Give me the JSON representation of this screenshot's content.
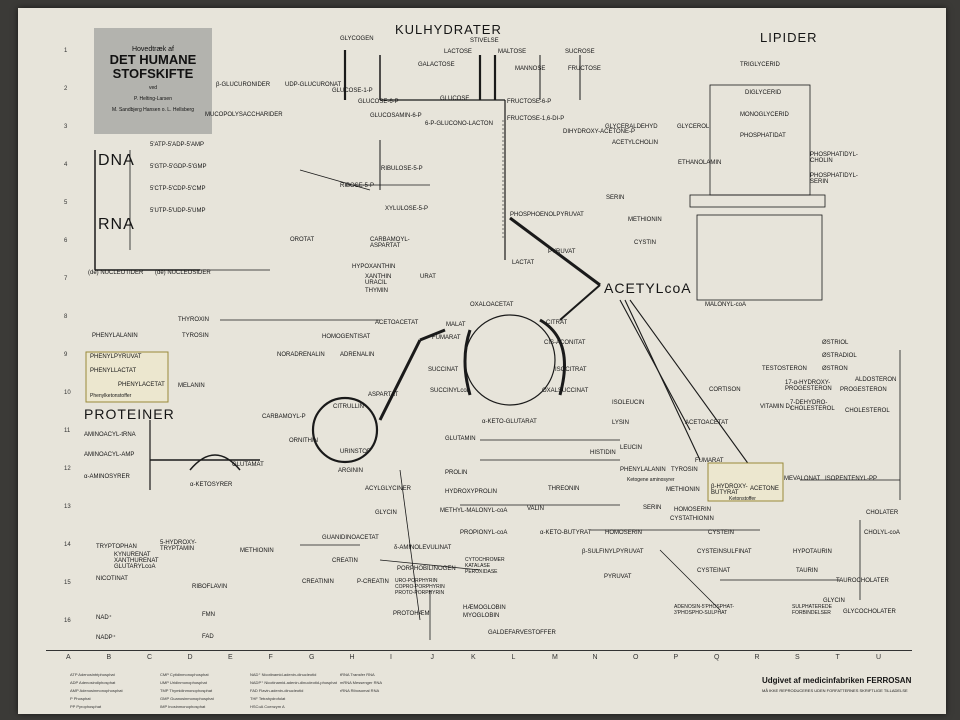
{
  "title": {
    "pre": "Hovedtræk af",
    "line1": "DET HUMANE",
    "line2": "STOFSKIFTE",
    "ved": "ved",
    "authors1": "P. Helting-Larsen",
    "authors2": "M. Sandbjerg Hansen o. L. Hellsberg"
  },
  "sections": {
    "kulhydrater": "KULHYDRATER",
    "lipider": "LIPIDER",
    "proteiner": "PROTEINER",
    "dna": "DNA",
    "rna": "RNA",
    "acetyl": "ACETYLcoA"
  },
  "publisher": {
    "line1": "Udgivet af medicinfabriken FERROSAN",
    "line2": "MÅ IKKE REPRODUCERES UDEN FORFATTERNES SKRIFTLIGE TILLADELSE"
  },
  "rows": [
    "1",
    "2",
    "3",
    "4",
    "5",
    "6",
    "7",
    "8",
    "9",
    "10",
    "11",
    "12",
    "13",
    "14",
    "15",
    "16"
  ],
  "columns": [
    "A",
    "B",
    "C",
    "D",
    "E",
    "F",
    "G",
    "H",
    "I",
    "J",
    "K",
    "L",
    "M",
    "N",
    "O",
    "P",
    "Q",
    "R",
    "S",
    "T",
    "U"
  ],
  "metabolites": {
    "glycogen": "GLYCOGEN",
    "stivelse": "STIVELSE",
    "maltose": "MALTOSE",
    "lactose": "LACTOSE",
    "sucrose": "SUCROSE",
    "galactose": "GALACTOSE",
    "mannose": "MANNOSE",
    "fructose": "FRUCTOSE",
    "glucose1p": "GLUCOSE-1-P",
    "glucose": "GLUCOSE",
    "glucose6p": "GLUCOSE-6-P",
    "fructose6p": "FRUCTOSE-6-P",
    "fructose16dip": "FRUCTOSE-1,6-DI-P",
    "glucuronidase": "β-GLUCURONIDER",
    "udpglucuronat": "UDP-GLUCURONAT",
    "mucopoly": "MUCOPOLYSACCHARIDER",
    "glucosamin": "GLUCOSAMIN-6-P",
    "glucolacton": "6-P-GLUCONO-LACTON",
    "glyceraldehyd": "GLYCERALDEHYD",
    "glycerol": "GLYCEROL",
    "dihydroxy": "DIHYDROXY-ACETONE-P",
    "ribulose": "RIBULOSE-5-P",
    "ribose": "RIBOSE-5-P",
    "xylulose": "XYLULOSE-5-P",
    "pep": "PHOSPHOENOLPYRUVAT",
    "pyruvat": "PYRUVAT",
    "lactat": "LACTAT",
    "oxaloacetat": "OXALOACETAT",
    "citrat": "CITRAT",
    "malat": "MALAT",
    "fumarat": "FUMARAT",
    "succinat": "SUCCINAT",
    "succinylcoa": "SUCCINYLcoA",
    "isocitrat": "ISOCITRAT",
    "cisaconitat": "CIS-ACONITAT",
    "oxalsuccinat": "OXALSUCCINAT",
    "ketoglutarat": "α-KETO-GLUTARAT",
    "aspartat": "ASPARTAT",
    "citrullin": "CITRULLIN",
    "ornithin": "ORNITHIN",
    "arginin": "ARGININ",
    "urinstof": "URINSTOF",
    "carbamoylp": "CARBAMOYL-P",
    "phenylalanin": "PHENYLALANIN",
    "tyrosin": "TYROSIN",
    "thyroxin": "THYROXIN",
    "melanin": "MELANIN",
    "adrenalin": "ADRENALIN",
    "noradrenalin": "NORADRENALIN",
    "homogentisat": "HOMOGENTISAT",
    "acetoacetat": "ACETOACETAT",
    "glutamat": "GLUTAMAT",
    "glutamin": "GLUTAMIN",
    "histidin": "HISTIDIN",
    "prolin": "PROLIN",
    "hydroxyprolin": "HYDROXYPROLIN",
    "threonin": "THREONIN",
    "glycin": "GLYCIN",
    "serin": "SERIN",
    "cystein": "CYSTEIN",
    "cystin": "CYSTIN",
    "methionin": "METHIONIN",
    "taurin": "TAURIN",
    "hypotaurin": "HYPOTAURIN",
    "taurocholater": "TAUROCHOLATER",
    "glycocholater": "GLYCOCHOLATER",
    "cholesterol": "CHOLESTEROL",
    "mevalonat": "MEVALONAT",
    "isopentenyl": "ISOPENTENYL-PP",
    "progesteron": "PROGESTERON",
    "testosteron": "TESTOSTERON",
    "oestron": "ØSTRON",
    "oestradiol": "ØSTRADIOL",
    "oestriol": "ØSTRIOL",
    "cortison": "CORTISON",
    "aldosteron": "ALDOSTERON",
    "triglycerid": "TRIGLYCERID",
    "diglycerid": "DIGLYCERID",
    "monoglycerid": "MONOGLYCERID",
    "phosphatidat": "PHOSPHATIDAT",
    "phosphatidylcholin": "PHOSPHATIDYL-CHOLIN",
    "phosphatidylserin": "PHOSPHATIDYL-SERIN",
    "acetylcholin": "ACETYLCHOLIN",
    "ethanolamin": "ETHANOLAMIN",
    "malonylcoa": "MALONYL-coA",
    "leucin": "LEUCIN",
    "isoleucin": "ISOLEUCIN",
    "lysin": "LYSIN",
    "valin": "VALIN",
    "ketonstoffer": "Ketonstoffer",
    "acetone": "ACETONE",
    "hydroxybutyrat": "β-HYDROXY-BUTYRAT",
    "tryptophan": "TRYPTOPHAN",
    "kynurenat": "KYNURENAT",
    "xanthurenat": "XANTHURENAT",
    "glutarylcoa": "GLUTARYLcoA",
    "nicotinat": "NICOTINAT",
    "nad": "NAD⁺",
    "nadp": "NADP⁺",
    "riboflavin": "RIBOFLAVIN",
    "fmn": "FMN",
    "fad": "FAD",
    "creatin": "CREATIN",
    "creatinin": "CREATININ",
    "pcreatin": "P-CREATIN",
    "guanidinoacetat": "GUANIDINOACETAT",
    "aminolevulinat": "δ-AMINOLEVULINAT",
    "porphobilinogen": "PORPHOBILINOGEN",
    "porphyriner": "URO-PORPHYRIN COPRO-PORPHYRIN PROTO-PORPHYRIN",
    "protohaem": "PROTOHÆM",
    "haemoglobin": "HÆMOGLOBIN",
    "myoglobin": "MYOGLOBIN",
    "galdefarve": "GALDEFARVESTOFFER",
    "cytochromer": "CYTOCHROMER KATALASE PEROXIDASE",
    "propionylcoa": "PROPIONYL-coA",
    "methylmalonyl": "METHYL-MALONYL-coA",
    "ketobutyrat": "α-KETO-BUTYRAT",
    "homoserin": "HOMOSERIN",
    "cystathionin": "CYSTATHIONIN",
    "cysteinsulfinat": "CYSTEINSULFINAT",
    "cysteinat": "CYSTEINAT",
    "sulfinylpyruvat": "β-SULFINYLPYRUVAT",
    "adenosin": "ADENOSIN-5'PHOSPHAT-3'PHOSPHO-SULPHAT",
    "sulphaterede": "SULPHATEREDE FORBINDELSER",
    "phenylpyruvat": "PHENYLPYRUVAT",
    "phenyllactat": "PHENYLLACTAT",
    "phenylacetat": "PHENYLACETAT",
    "phenylketon": "Phenylketonstoffer",
    "aminosyrer": "α-AMINOSYRER",
    "ketosyrer": "α-KETOSYRER",
    "aminoacyltrna": "AMINOACYL-tRNA",
    "aminoacylamp": "AMINOACYL-AMP",
    "nucleotider": "(de) NUCLEOTIDER",
    "nucleosider": "(de) NUCLEOSIDER",
    "hypoxanthin": "HYPOXANTHIN",
    "xanthin": "XANTHIN",
    "urat": "URAT",
    "uracil": "URACIL",
    "thymin": "THYMIN",
    "orotat": "OROTAT",
    "carbamoylaspartat": "CARBAMOYL-ASPARTAT",
    "lactatlbl": "LACTAT",
    "acylglyciner": "ACYLGLYCINER",
    "serotonin": "5-HYDROXY-TRYPTAMIN",
    "ketogene": "Ketogene aminosyrer",
    "cholylcoa": "CHOLYL-coA",
    "cholater": "CHOLATER",
    "udprib": "5'UTP-5'UDP-5'UMP",
    "atps": "5'ATP-5'ADP-5'AMP",
    "gtps": "5'GTP-5'GDP-5'GMP",
    "ctps": "5'CTP-5'CDP-5'CMP",
    "vitd": "VITAMIN D₃",
    "dehydrocholesterol": "7-DEHYDRO-CHOLESTEROL",
    "hydroxyprogesteron": "17-α-HYDROXY-PROGESTERON"
  },
  "legend": [
    "ATP Adenosintriphosphat",
    "ADP Adenosindiphosphat",
    "AMP Adenosinmonophosphat",
    "P Phosphat",
    "PP Pyrophosphat",
    "CMP Cytidinmonophosphat",
    "UMP Uridinmonophosphat",
    "TMP Thymidinmonophosphat",
    "GMP Guanosinmonophosphat",
    "IMP Inosinmonophosphat",
    "NAD⁺ Nicotinamid-adenin-dinucleotid",
    "NADP⁺ Nicotinamid-adenin-dinucleotid-phosphat",
    "FAD Flavin-adenin-dinucleotid",
    "THF Tetrahydrofolat",
    "HSCoA Coenzym A",
    "tRNA Transfer RNA",
    "mRNA Messenger RNA",
    "rRNA Ribosomal RNA"
  ]
}
